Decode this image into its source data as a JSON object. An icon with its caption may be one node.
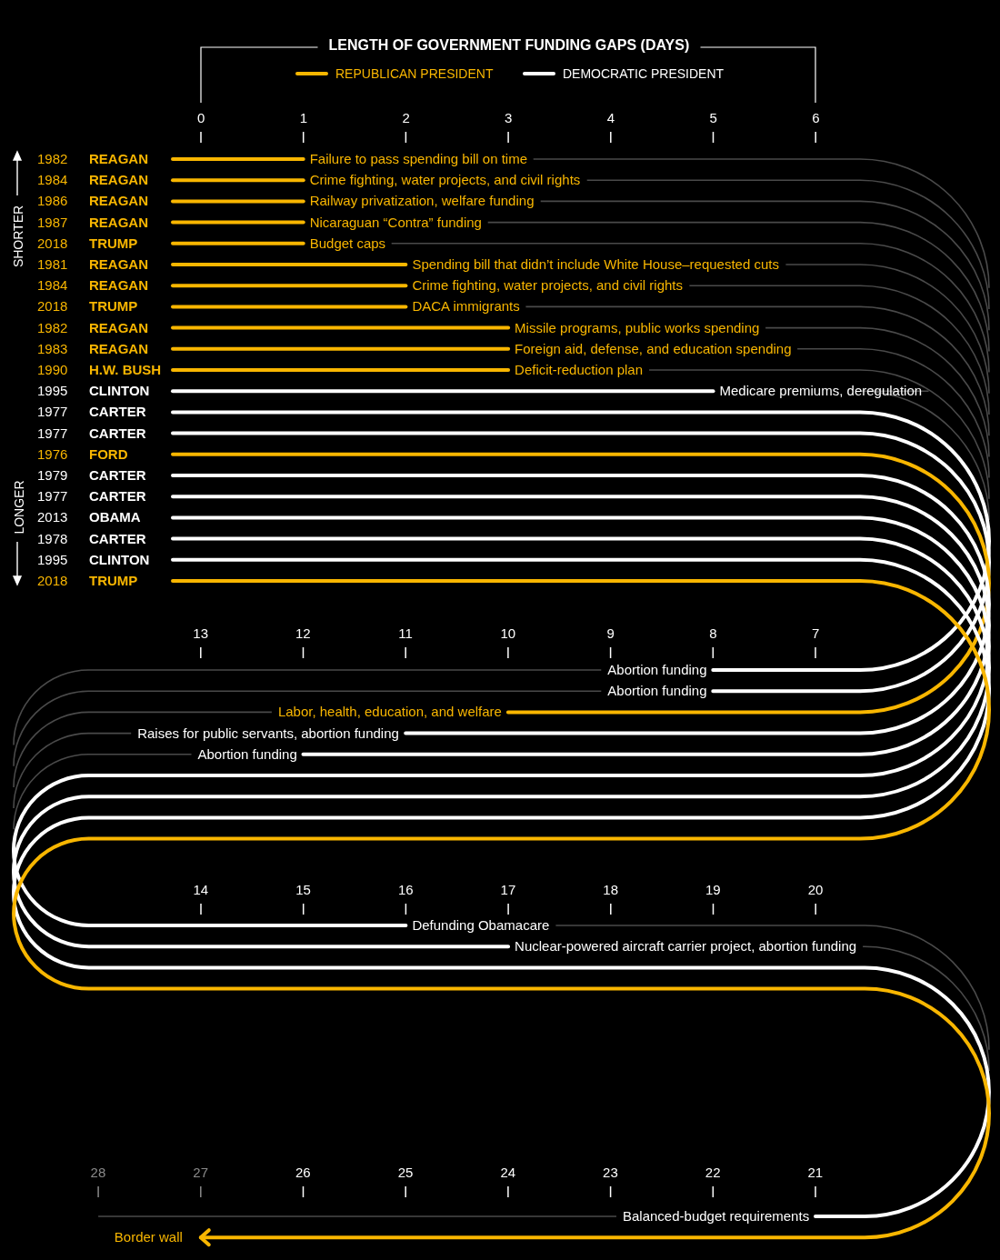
{
  "diagram": {
    "title": "LENGTH OF GOVERNMENT FUNDING GAPS (DAYS)",
    "legend": [
      {
        "text": "REPUBLICAN PRESIDENT",
        "color": "#f8b600"
      },
      {
        "text": "DEMOCRATIC PRESIDENT",
        "color": "#ffffff"
      }
    ],
    "labels": [
      "0",
      "1",
      "2",
      "3",
      "4",
      "5",
      "6",
      "SHORTER",
      "LONGER",
      "1982",
      "REAGAN",
      "1984",
      "REAGAN",
      "1986",
      "REAGAN",
      "1987",
      "REAGAN",
      "2018",
      "TRUMP",
      "1981",
      "REAGAN",
      "1984",
      "REAGAN",
      "2018",
      "TRUMP",
      "1982",
      "REAGAN",
      "1983",
      "REAGAN",
      "1990",
      "H.W. BUSH",
      "1995",
      "CLINTON",
      "1977",
      "CARTER",
      "1977",
      "CARTER",
      "1976",
      "FORD",
      "1979",
      "CARTER",
      "1977",
      "CARTER",
      "2013",
      "OBAMA",
      "1978",
      "CARTER",
      "1995",
      "CLINTON",
      "2018",
      "TRUMP",
      "Failure to pass spending bill on time",
      "Crime fighting, water projects, and civil rights",
      "Railway privatization, welfare funding",
      "Nicaraguan “Contra” funding",
      "Budget caps",
      "Spending bill that didn’t include White House–requested cuts",
      "Crime fighting, water projects, and civil rights",
      "DACA immigrants",
      "Missile programs, public works spending",
      "Foreign aid, defense, and education spending",
      "Deficit-reduction plan",
      "Medicare premiums, deregulation",
      "13",
      "12",
      "11",
      "10",
      "9",
      "8",
      "7",
      "Abortion funding",
      "Abortion funding",
      "Labor, health, education, and welfare",
      "Raises for public servants, abortion funding",
      "Abortion funding",
      "14",
      "15",
      "16",
      "17",
      "18",
      "19",
      "20",
      "Defunding Obamacare",
      "Nuclear-powered aircraft carrier project, abortion funding",
      "28",
      "27",
      "26",
      "25",
      "24",
      "23",
      "22",
      "21",
      "Balanced-budget requirements",
      "Border wall"
    ]
  }
}
